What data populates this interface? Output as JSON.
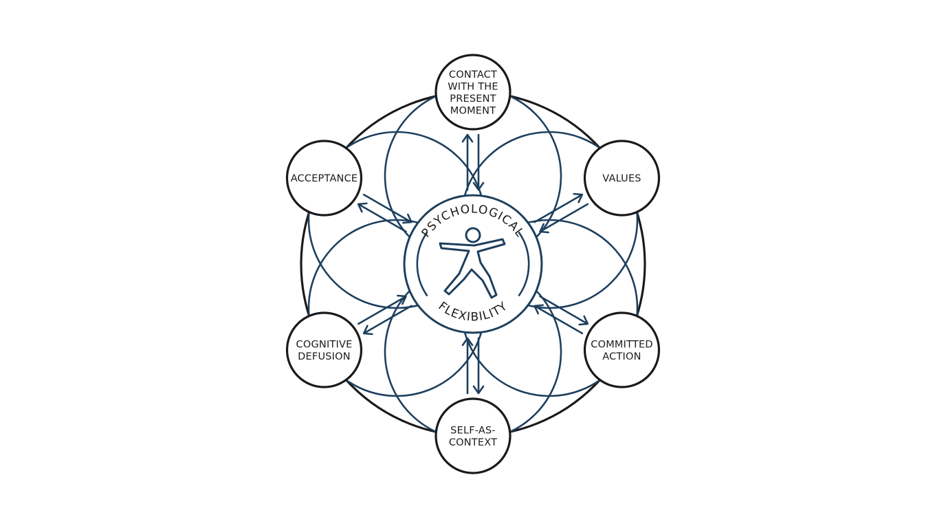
{
  "center": {
    "label_top": "PSYCHOLOGICAL",
    "label_bottom": "FLEXIBILITY",
    "icon": "person-stretching-icon"
  },
  "nodes": [
    {
      "id": "present-moment",
      "lines": [
        "CONTACT",
        "WITH THE",
        "PRESENT",
        "MOMENT"
      ]
    },
    {
      "id": "values",
      "lines": [
        "VALUES"
      ]
    },
    {
      "id": "committed-action",
      "lines": [
        "COMMITTED",
        "ACTION"
      ]
    },
    {
      "id": "self-as-context",
      "lines": [
        "SELF-AS-",
        "CONTEXT"
      ]
    },
    {
      "id": "cognitive-defusion",
      "lines": [
        "COGNITIVE",
        "DEFUSION"
      ]
    },
    {
      "id": "acceptance",
      "lines": [
        "ACCEPTANCE"
      ]
    }
  ],
  "colors": {
    "outline": "#1a1a1a",
    "accent": "#1d3f5e",
    "background": "#ffffff"
  }
}
